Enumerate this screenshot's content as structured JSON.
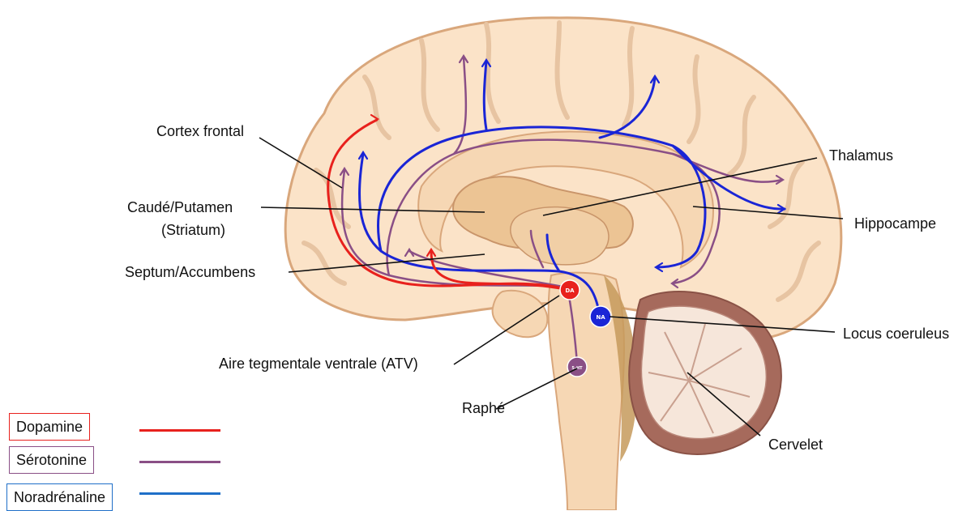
{
  "labels": {
    "cortex_frontal": "Cortex frontal",
    "caude_putamen": "Caudé/Putamen",
    "striatum": "(Striatum)",
    "septum_accumbens": "Septum/Accumbens",
    "aire_tegmentale": "Aire tegmentale ventrale (ATV)",
    "raphe": "Raphé",
    "thalamus": "Thalamus",
    "hippocampe": "Hippocampe",
    "locus_coeruleus": "Locus coeruleus",
    "cervelet": "Cervelet"
  },
  "nodes": {
    "da": "DA",
    "na": "NA",
    "ht": "5-HT"
  },
  "legend": {
    "dopamine": {
      "label": "Dopamine",
      "color": "#e8211d"
    },
    "serotonine": {
      "label": "Sérotonine",
      "color": "#8a4f86"
    },
    "noradrenaline": {
      "label": "Noradrénaline",
      "color": "#1f6fc8"
    }
  },
  "colors": {
    "dopamine_path": "#e8211d",
    "serotonine_path": "#8a4f86",
    "noradrenaline_path": "#1a25d6",
    "brain_fill": "#fbe3c8",
    "brain_outline": "#d9a77c",
    "cerebellum": "#a66a5c"
  }
}
